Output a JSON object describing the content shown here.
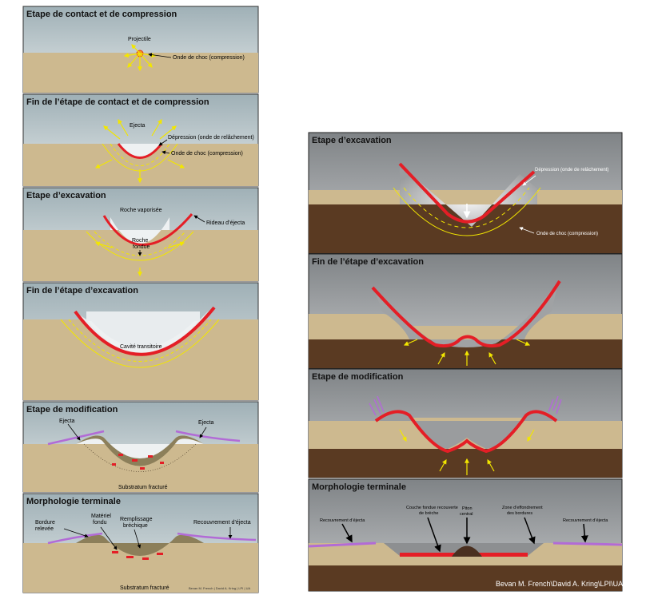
{
  "left": {
    "panel1": {
      "title": "Etape de contact et de compression",
      "projectile": "Projectile",
      "shock": "Onde de choc (compression)"
    },
    "panel2": {
      "title": "Fin de l’étape de contact et de compression",
      "ejecta": "Ejecta",
      "depression": "Dépression (onde de relâchement)",
      "shock": "Onde de choc (compression)"
    },
    "panel3": {
      "title": "Etape d’excavation",
      "vaporized": "Roche vaporisée",
      "curtain": "Rideau d’éjecta",
      "melt_line1": "Roche",
      "melt_line2": "fondue"
    },
    "panel4": {
      "title": "Fin de l’étape d’excavation",
      "cavity": "Cavité transitoire"
    },
    "panel5": {
      "title": "Etape de modification",
      "ejecta_left": "Ejecta",
      "ejecta_right": "Ejecta",
      "substratum": "Substratum fracturé"
    },
    "panel6": {
      "title": "Morphologie terminale",
      "rim_line1": "Bordure",
      "rim_line2": "relevée",
      "melt_line1": "Matériel",
      "melt_line2": "fondu",
      "breccia_line1": "Remplissage",
      "breccia_line2": "bréchique",
      "ejecta_cover": "Recouvrement d’éjecta",
      "substratum": "Substratum fracturé",
      "credit": "Bevan M. French | David A. Kring | LPI | UA"
    }
  },
  "right": {
    "panel1": {
      "title": "Etape d’excavation",
      "depression": "Dépression (onde de relâchement)",
      "shock": "Onde de choc (compression)"
    },
    "panel2": {
      "title": "Fin de l’étape d’excavation"
    },
    "panel3": {
      "title": "Etape de modification"
    },
    "panel4": {
      "title": "Morphologie terminale",
      "ejecta_cover_left": "Recouvrement d’éjecta",
      "melt_layer_line1": "Couche fondue recouverte",
      "melt_layer_line2": "de brèche",
      "peak_line1": "Piton",
      "peak_line2": "central",
      "collapse_line1": "Zone d’effondrement",
      "collapse_line2": "des bordures",
      "ejecta_cover_right": "Recouvrement d’éjecta",
      "credit": "Bevan M. French\\David A. Kring\\LPI\\UA"
    }
  },
  "colors": {
    "sand": "#cdb98f",
    "sky": "#c9d2d6",
    "melt": "#e41e26",
    "shock": "#f2e600",
    "ejecta": "#b26bd6",
    "dark_ground": "#5a3a22"
  }
}
